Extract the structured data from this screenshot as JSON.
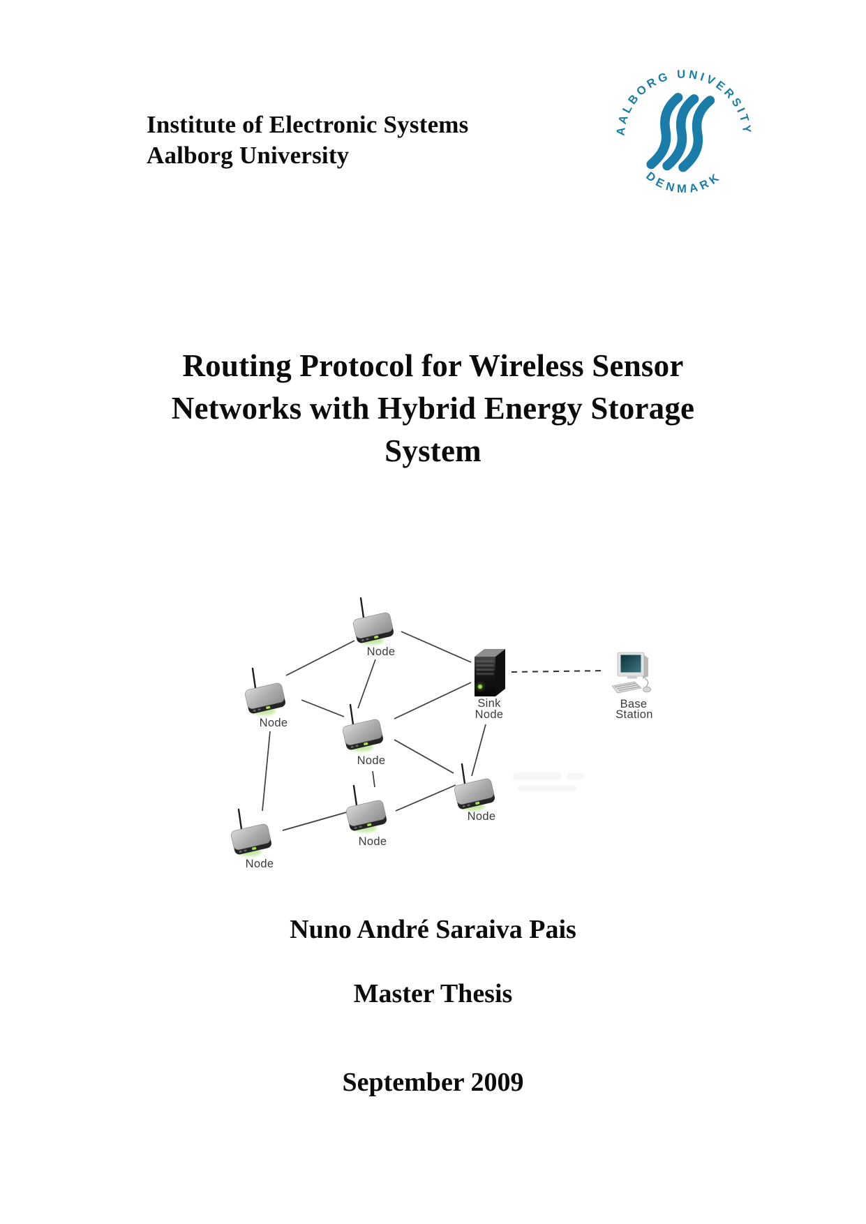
{
  "header": {
    "institute": "Institute of Electronic Systems",
    "university": "Aalborg University"
  },
  "logo": {
    "arc_top": "AALBORG UNIVERSITY",
    "arc_bottom": "DENMARK"
  },
  "title": {
    "line1": "Routing Protocol for Wireless Sensor",
    "line2": "Networks with Hybrid Energy Storage",
    "line3": "System"
  },
  "diagram": {
    "node_labels": [
      "Node",
      "Node",
      "Node",
      "Node",
      "Node",
      "Node"
    ],
    "sink_label": {
      "line1": "Sink",
      "line2": "Node"
    },
    "base_label": {
      "line1": "Base",
      "line2": "Station"
    }
  },
  "footer": {
    "author": "Nuno André Saraiva Pais",
    "thesis_type": "Master Thesis",
    "date": "September 2009"
  },
  "colors": {
    "logo_blue": "#1a7ca8",
    "led_green": "#8fd14f",
    "screen_teal": "#16464f"
  }
}
